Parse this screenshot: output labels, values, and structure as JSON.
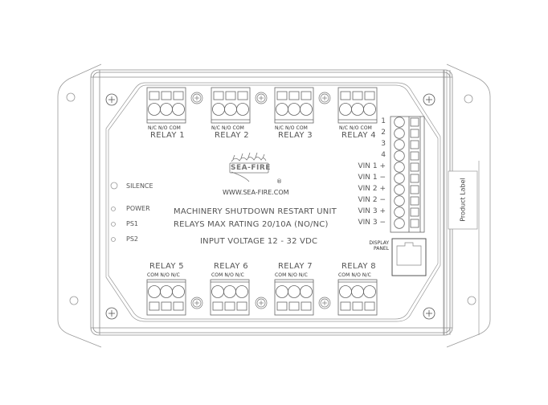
{
  "device": {
    "title": "MACHINERY SHUTDOWN RESTART UNIT",
    "rating": "RELAYS MAX RATING 20/10A (NO/NC)",
    "input_voltage": "INPUT VOLTAGE 12 - 32 VDC",
    "brand": "SEA-FIRE",
    "registered_mark": "®",
    "website": "WWW.SEA-FIRE.COM",
    "product_label": "Product Label"
  },
  "top_relays": [
    {
      "label": "RELAY 1",
      "pins": "N/C N/O COM"
    },
    {
      "label": "RELAY 2",
      "pins": "N/C N/O COM"
    },
    {
      "label": "RELAY 3",
      "pins": "N/C N/O COM"
    },
    {
      "label": "RELAY 4",
      "pins": "N/C N/O COM"
    }
  ],
  "bottom_relays": [
    {
      "label": "RELAY 5",
      "pins": "COM  N/O  N/C"
    },
    {
      "label": "RELAY 6",
      "pins": "COM  N/O  N/C"
    },
    {
      "label": "RELAY 7",
      "pins": "COM  N/O  N/C"
    },
    {
      "label": "RELAY 8",
      "pins": "COM  N/O  N/C"
    }
  ],
  "terminal_block": {
    "labels": [
      "1",
      "2",
      "3",
      "4",
      "VIN 1 +",
      "VIN 1 −",
      "VIN 2 +",
      "VIN 2 −",
      "VIN 3 +",
      "VIN 3 −"
    ]
  },
  "indicators": [
    {
      "label": "SILENCE",
      "type": "button"
    },
    {
      "label": "POWER",
      "type": "led"
    },
    {
      "label": "PS1",
      "type": "led"
    },
    {
      "label": "PS2",
      "type": "led"
    }
  ],
  "display_port": {
    "line1": "DISPLAY",
    "line2": "PANEL"
  },
  "colors": {
    "line": "#8a8a8a",
    "line_dark": "#444444",
    "text": "#555555",
    "background": "#ffffff"
  }
}
